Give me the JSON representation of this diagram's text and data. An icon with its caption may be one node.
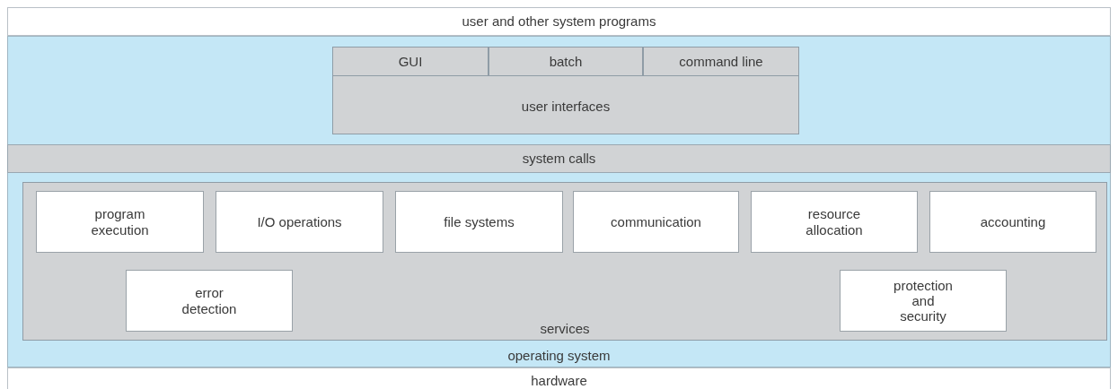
{
  "diagram": {
    "nodes": [
      {
        "text": [
          "user and other system programs"
        ]
      },
      {
        "text": [
          "operating system"
        ]
      },
      {
        "text": [
          "user interfaces"
        ],
        "in": 1
      },
      {
        "text": [
          "GUI"
        ],
        "in": 2
      },
      {
        "text": [
          "batch"
        ],
        "in": 2
      },
      {
        "text": [
          "command line"
        ],
        "in": 2
      },
      {
        "text": [
          "system calls"
        ],
        "in": 1
      },
      {
        "text": [
          "services"
        ],
        "in": 1
      },
      {
        "text": [
          "program execution"
        ],
        "in": 7
      },
      {
        "text": [
          "I/O operations"
        ],
        "in": 7
      },
      {
        "text": [
          "file systems"
        ],
        "in": 7
      },
      {
        "text": [
          "communication"
        ],
        "in": 7
      },
      {
        "text": [
          "resource allocation"
        ],
        "in": 7
      },
      {
        "text": [
          "accounting"
        ],
        "in": 7
      },
      {
        "text": [
          "error detection"
        ],
        "in": 7
      },
      {
        "text": [
          "protection and security"
        ],
        "in": 7
      },
      {
        "text": [
          "hardware"
        ]
      }
    ]
  }
}
